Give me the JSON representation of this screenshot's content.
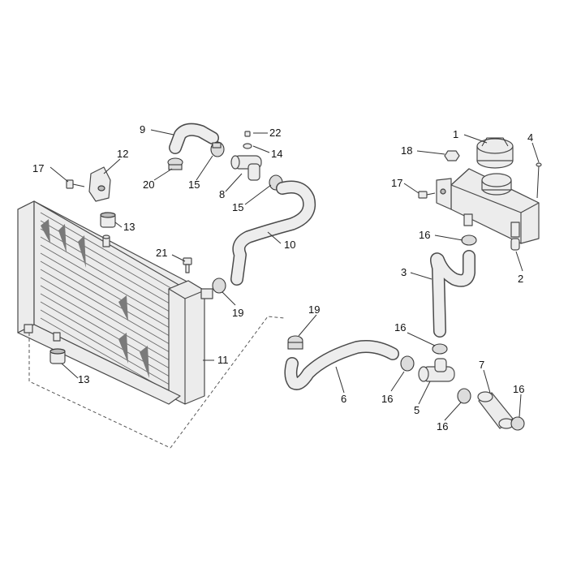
{
  "callouts": {
    "c1": "1",
    "c2": "2",
    "c3": "3",
    "c4": "4",
    "c5": "5",
    "c6": "6",
    "c7": "7",
    "c8": "8",
    "c9": "9",
    "c10": "10",
    "c11": "11",
    "c12": "12",
    "c13a": "13",
    "c13b": "13",
    "c14": "14",
    "c15a": "15",
    "c15b": "15",
    "c16a": "16",
    "c16b": "16",
    "c16c": "16",
    "c16d": "16",
    "c16e": "16",
    "c17a": "17",
    "c17b": "17",
    "c18": "18",
    "c19a": "19",
    "c19b": "19",
    "c20": "20",
    "c21": "21",
    "c22": "22"
  }
}
